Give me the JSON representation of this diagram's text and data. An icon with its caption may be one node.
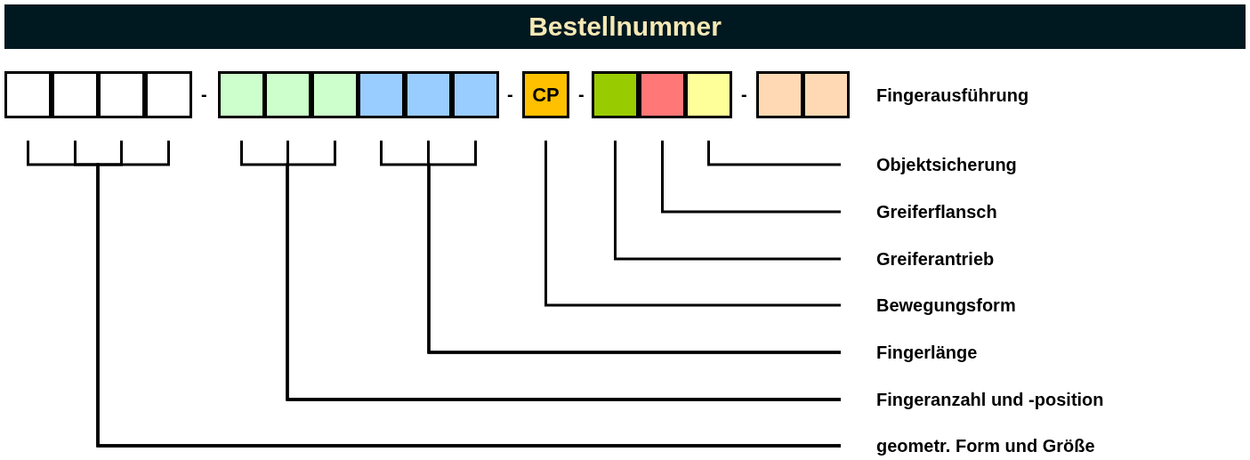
{
  "diagram": {
    "title": "Bestellnummer",
    "nodes": [
      {
        "text": [],
        "shape": "box"
      },
      {
        "text": [],
        "shape": "box"
      },
      {
        "text": [],
        "shape": "box"
      },
      {
        "text": [],
        "shape": "box"
      },
      {
        "text": [],
        "shape": "box"
      },
      {
        "text": [],
        "shape": "box"
      },
      {
        "text": [],
        "shape": "box"
      },
      {
        "text": [],
        "shape": "box"
      },
      {
        "text": [],
        "shape": "box"
      },
      {
        "text": [],
        "shape": "box"
      },
      {
        "text": [
          "CP"
        ]
      },
      {
        "text": [],
        "shape": "box"
      },
      {
        "text": [],
        "shape": "box"
      },
      {
        "text": [],
        "shape": "box"
      },
      {
        "text": [],
        "shape": "box"
      },
      {
        "text": [],
        "shape": "box"
      },
      {
        "text": [
          "Objektsicherung"
        ]
      },
      {
        "text": [
          "Greiferflansch"
        ]
      },
      {
        "text": [
          "Greiferantrieb"
        ]
      },
      {
        "text": [
          "Bewegungsform"
        ]
      },
      {
        "text": [
          "Fingerlänge"
        ]
      },
      {
        "text": [
          "Fingeranzahl und -position"
        ]
      },
      {
        "text": [
          "geometr. Form und Größe"
        ]
      }
    ],
    "edges": [
      {
        "from": 16,
        "to": 13,
        "arrow": "none"
      },
      {
        "from": 17,
        "to": 12,
        "arrow": "none"
      },
      {
        "from": 18,
        "to": 11,
        "arrow": "none"
      },
      {
        "from": 19,
        "to": 10,
        "arrow": "none"
      },
      {
        "from": 20,
        "to": 7,
        "arrow": "none"
      },
      {
        "from": 20,
        "to": 8,
        "arrow": "none"
      },
      {
        "from": 20,
        "to": 9,
        "arrow": "none"
      },
      {
        "from": 21,
        "to": 4,
        "arrow": "none"
      },
      {
        "from": 21,
        "to": 5,
        "arrow": "none"
      },
      {
        "from": 21,
        "to": 6,
        "arrow": "none"
      },
      {
        "from": 22,
        "to": 0,
        "arrow": "none"
      },
      {
        "from": 22,
        "to": 1,
        "arrow": "none"
      },
      {
        "from": 22,
        "to": 2,
        "arrow": "none"
      },
      {
        "from": 22,
        "to": 3,
        "arrow": "none"
      }
    ],
    "labels": [
      "-",
      "-",
      "-",
      "-",
      "Fingerausführung"
    ]
  }
}
